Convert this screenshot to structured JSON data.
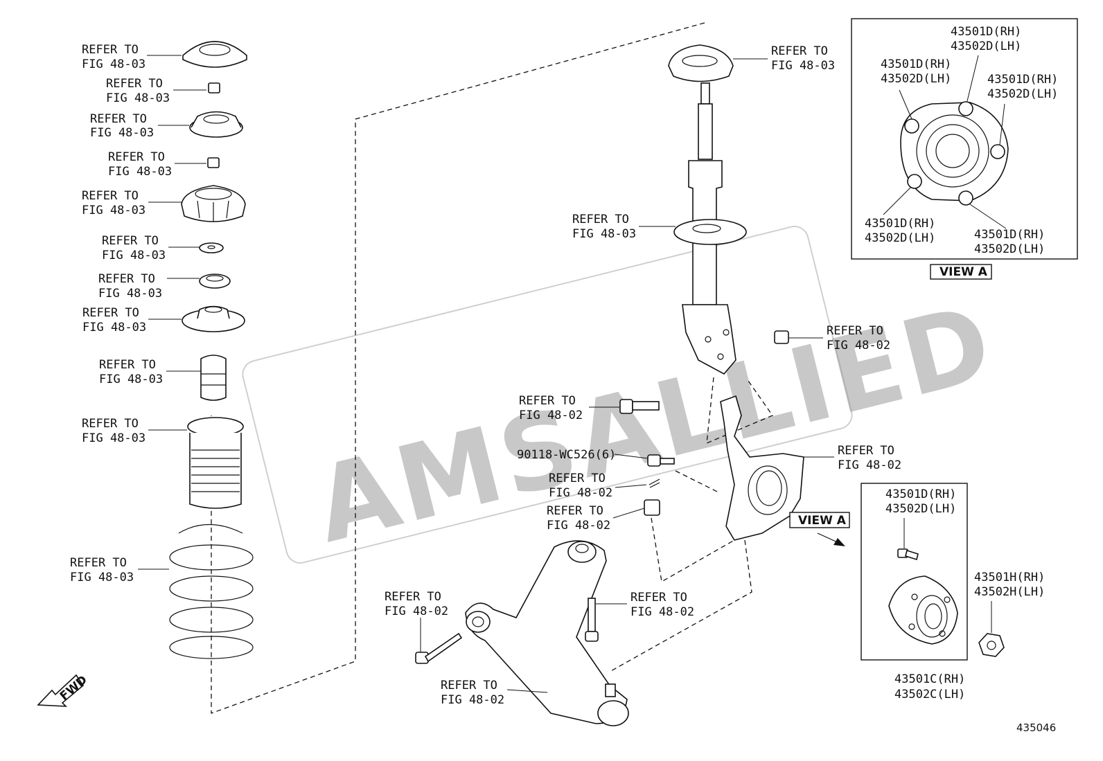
{
  "watermark": "AMSALLIED",
  "diagram_code": "435046",
  "fwd_label": "FWD",
  "view_a_box_label": "VIEW A",
  "view_a_pointer_label": "VIEW A",
  "left_column_labels": [
    {
      "line1": "REFER TO",
      "line2": "FIG 48-03"
    },
    {
      "line1": "REFER TO",
      "line2": "FIG 48-03"
    },
    {
      "line1": "REFER TO",
      "line2": "FIG 48-03"
    },
    {
      "line1": "REFER TO",
      "line2": "FIG 48-03"
    },
    {
      "line1": "REFER TO",
      "line2": "FIG 48-03"
    },
    {
      "line1": "REFER TO",
      "line2": "FIG 48-03"
    },
    {
      "line1": "REFER TO",
      "line2": "FIG 48-03"
    },
    {
      "line1": "REFER TO",
      "line2": "FIG 48-03"
    },
    {
      "line1": "REFER TO",
      "line2": "FIG 48-03"
    },
    {
      "line1": "REFER TO",
      "line2": "FIG 48-03"
    },
    {
      "line1": "REFER TO",
      "line2": "FIG 48-03"
    }
  ],
  "strut_labels": {
    "upper_seat": {
      "line1": "REFER TO",
      "line2": "FIG 48-03"
    },
    "strut": {
      "line1": "REFER TO",
      "line2": "FIG 48-03"
    },
    "nut": {
      "line1": "REFER TO",
      "line2": "FIG 48-02"
    },
    "bolt": {
      "line1": "REFER TO",
      "line2": "FIG 48-02"
    }
  },
  "knuckle_labels": {
    "bolt_part": "90118-WC526(6)",
    "pin": {
      "line1": "REFER TO",
      "line2": "FIG 48-02"
    },
    "nut": {
      "line1": "REFER TO",
      "line2": "FIG 48-02"
    },
    "knuckle": {
      "line1": "REFER TO",
      "line2": "FIG 48-02"
    }
  },
  "arm_labels": {
    "front_bolt": {
      "line1": "REFER TO",
      "line2": "FIG 48-02"
    },
    "rear_bolt": {
      "line1": "REFER TO",
      "line2": "FIG 48-02"
    },
    "arm": {
      "line1": "REFER TO",
      "line2": "FIG 48-02"
    }
  },
  "view_a_labels": {
    "top": {
      "line1": "43501D(RH)",
      "line2": "43502D(LH)"
    },
    "upper_left": {
      "line1": "43501D(RH)",
      "line2": "43502D(LH)"
    },
    "upper_right": {
      "line1": "43501D(RH)",
      "line2": "43502D(LH)"
    },
    "lower_left": {
      "line1": "43501D(RH)",
      "line2": "43502D(LH)"
    },
    "lower_right": {
      "line1": "43501D(RH)",
      "line2": "43502D(LH)"
    }
  },
  "hub_labels": {
    "hub_bolt": {
      "line1": "43501D(RH)",
      "line2": "43502D(LH)"
    },
    "hub_nut": {
      "line1": "43501H(RH)",
      "line2": "43502H(LH)"
    },
    "hub": {
      "line1": "43501C(RH)",
      "line2": "43502C(LH)"
    }
  }
}
